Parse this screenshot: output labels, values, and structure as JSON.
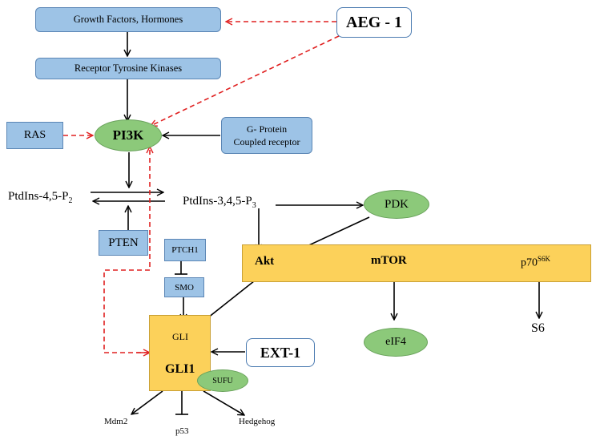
{
  "nodes": {
    "growth_factors": "Growth Factors, Hormones",
    "receptor_tk": "Receptor Tyrosine Kinases",
    "aeg1": "AEG - 1",
    "ras": "RAS",
    "pi3k": "PI3K",
    "gprotein_line1": "G- Protein",
    "gprotein_line2": "Coupled receptor",
    "ptdins45": "PtdIns-4,5-P",
    "ptdins45_sub": "2",
    "ptdins345": "PtdIns-3,4,5-P",
    "ptdins345_sub": "3",
    "pdk": "PDK",
    "pten": "PTEN",
    "ptch1": "PTCH1",
    "smo": "SMO",
    "akt": "Akt",
    "mtor": "mTOR",
    "p70": "p70",
    "p70_sup": "S6K",
    "gli": "GLI",
    "gli1": "GLI1",
    "sufu": "SUFU",
    "ext1": "EXT-1",
    "eif4": "eIF4",
    "s6": "S6",
    "mdm2": "Mdm2",
    "p53": "p53",
    "hedgehog": "Hedgehog"
  },
  "colors": {
    "blue_box": "#9dc3e6",
    "green_ellipse": "#8cc97a",
    "yellow_box": "#fcd15a",
    "red_dashed": "#e02020",
    "blue_dashed": "#1f3f8f"
  }
}
